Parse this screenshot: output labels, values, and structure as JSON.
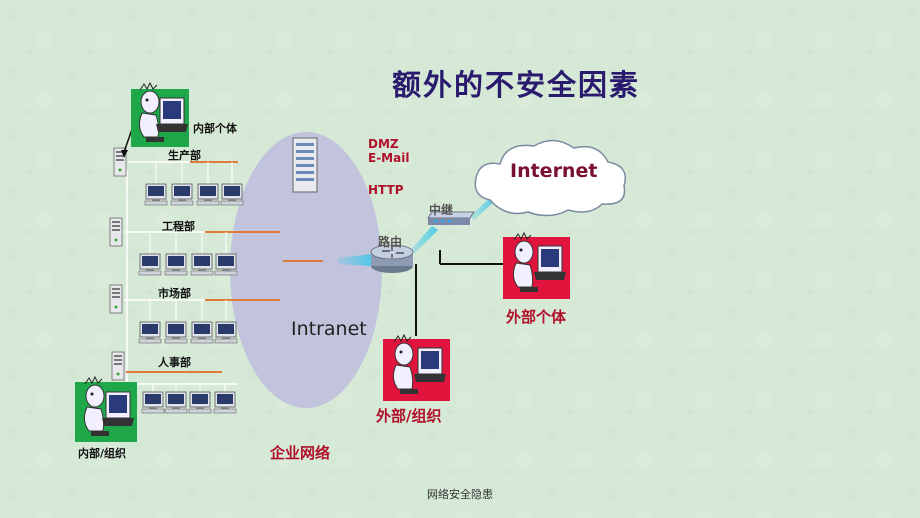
{
  "title": "额外的不安全因素",
  "footer": "网络安全隐患",
  "labels": {
    "internal_individual": "内部个体",
    "production_dept": "生产部",
    "engineering_dept": "工程部",
    "market_dept": "市场部",
    "hr_dept": "人事部",
    "internal_org": "内部/组织",
    "dmz": "DMZ",
    "email": "E-Mail",
    "http": "HTTP",
    "relay": "中继",
    "router": "路由",
    "internet": "Internet",
    "intranet": "Intranet",
    "external_individual": "外部个体",
    "external_org": "外部/组织",
    "enterprise_network": "企业网络"
  },
  "colors": {
    "title": "#2a1a6e",
    "label_red": "#b0102a",
    "intranet_ellipse": "#c2c4de",
    "link_orange": "#e07a3a",
    "link_cyan": "#40c8e8",
    "photo_green": "#1fa84a",
    "photo_red": "#e0143c"
  },
  "icons": [
    "server-icon",
    "pc-icon",
    "router-icon",
    "hub-icon",
    "cloud-icon",
    "user-at-computer-icon"
  ]
}
